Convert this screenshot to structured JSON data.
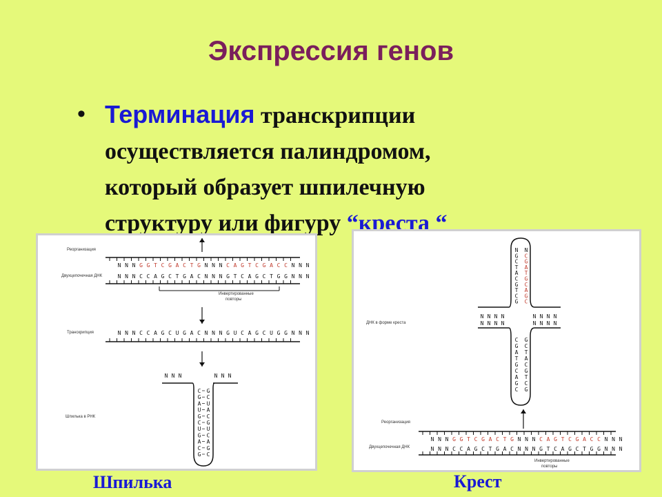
{
  "title": "Экспрессия генов",
  "bullet": {
    "highlight": "Терминация",
    "line1_rest": " транскрипции",
    "line2": "осуществляется палиндромом,",
    "line3": "который  образует шпилечную",
    "line4_pre": "структуру или фигуру  ",
    "line4_quote": "“креста  “"
  },
  "left_panel": {
    "label_reorg": "Реорганизация",
    "label_dna": "Двухцепочечная ДНК",
    "label_repeats_1": "Инвертированные",
    "label_repeats_2": "повторы",
    "label_transcription": "Транскрипция",
    "label_hairpin": "Шпилька в РНК",
    "top_strand": "NNNGGTCGACTGNNNCAGTCGACCNNN",
    "bottom_strand": "NNNCCAGCTGACNNNGTCAGCTGGNNN",
    "rna_strand": "NNNCCAGCUGACNNNGUCAGCUGGNNN",
    "stem_left": "CGAUGCUGACG",
    "stem_right": "GCUACGUCAGC",
    "loop_top": "NNN"
  },
  "right_panel": {
    "label_cross": "ДНК в форме креста",
    "label_reorg": "Реорганизация",
    "label_dna": "Двухцепочечная ДНК",
    "label_repeats_1": "Инвертированные",
    "label_repeats_2": "повторы",
    "upper_left": "NGCTACGTCG",
    "upper_right": "NCGATGCAGC",
    "lower_left": "CGATGCAGC",
    "lower_right": "GCTACGTCG",
    "top_strand": "NNNGGTCGACTGNNNCAGTCGACCNNN",
    "bottom_strand": "NNNCCAGCTGACNNNGTCAGCTGGNNN"
  },
  "captions": {
    "left": "Шпилька",
    "right": "Крест"
  },
  "colors": {
    "title": "#7a1f5c",
    "accent": "#1a1ad4",
    "background": "#e5f97a",
    "red_base": "#c0392b"
  }
}
